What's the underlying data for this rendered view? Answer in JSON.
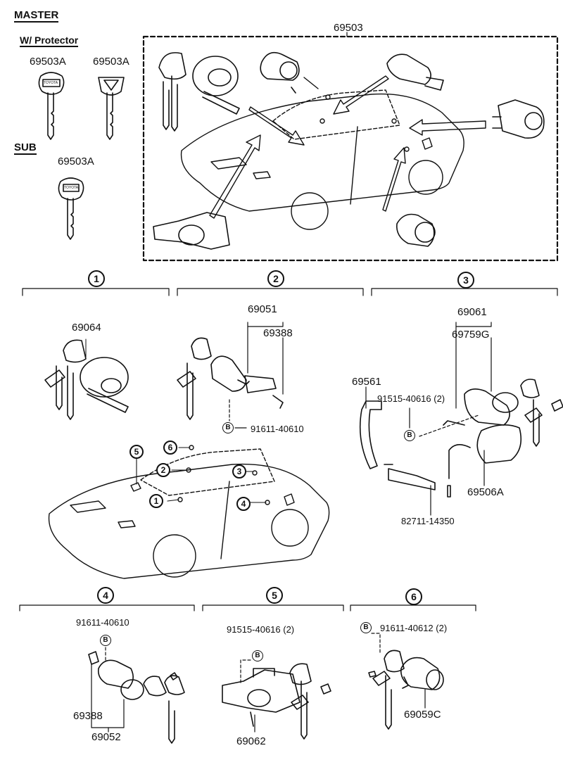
{
  "headers": {
    "master": "MASTER",
    "protector": "W/ Protector",
    "sub": "SUB"
  },
  "keys": {
    "master_a": "69503A",
    "master_b": "69503A",
    "sub": "69503A",
    "brand": "TOYOTA"
  },
  "set_box": {
    "label": "69503"
  },
  "groups": [
    {
      "num": "1",
      "parts": [
        "69064"
      ]
    },
    {
      "num": "2",
      "parts": [
        "69051",
        "69388",
        "91611-40610"
      ]
    },
    {
      "num": "3",
      "parts": [
        "69061",
        "69759G",
        "69561",
        "91515-40616 (2)",
        "69506A",
        "82711-14350"
      ]
    },
    {
      "num": "4",
      "parts": [
        "91611-40610",
        "69388",
        "69052"
      ]
    },
    {
      "num": "5",
      "parts": [
        "91515-40616 (2)",
        "69062"
      ]
    },
    {
      "num": "6",
      "parts": [
        "91611-40612 (2)",
        "69059C"
      ]
    }
  ],
  "car_callouts": [
    "1",
    "2",
    "3",
    "4",
    "5",
    "6"
  ],
  "bolt_mark": "B"
}
